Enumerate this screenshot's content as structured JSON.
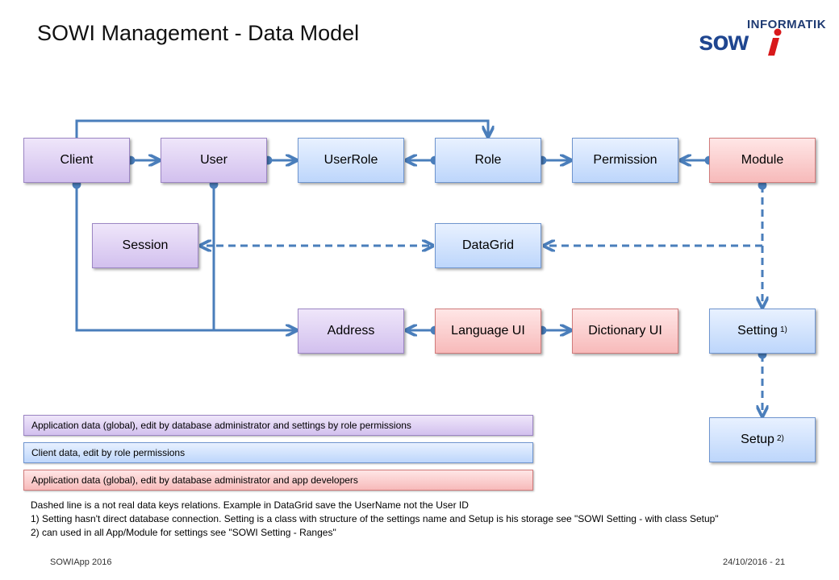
{
  "slide": {
    "title": "SOWI Management - Data Model",
    "footer_left": "SOWIApp 2016",
    "footer_right": "24/10/2016 - 21"
  },
  "logo": {
    "informatik": "INFORMATIK",
    "sowi": "sow"
  },
  "boxes": {
    "client": "Client",
    "user": "User",
    "userrole": "UserRole",
    "role": "Role",
    "permission": "Permission",
    "module": "Module",
    "session": "Session",
    "datagrid": "DataGrid",
    "address": "Address",
    "language_ui": "Language UI",
    "dictionary_ui": "Dictionary UI",
    "setting": "Setting",
    "setting_sup": "1)",
    "setup": "Setup",
    "setup_sup": "2)"
  },
  "legend": {
    "purple": "Application data (global), edit by database administrator and settings by role permissions",
    "blue": "Client data, edit by role permissions",
    "red": "Application data (global), edit by database administrator and app developers"
  },
  "notes": {
    "line1": "Dashed line is a not real data keys relations. Example in DataGrid save the UserName not the User ID",
    "line2": "1)  Setting hasn't direct database connection. Setting is a class with structure of the settings name and Setup is his storage see \"SOWI Setting - with class Setup\"",
    "line3": "2)  can used in all App/Module for settings see \"SOWI Setting - Ranges\""
  },
  "colors": {
    "purple": "#d2c0ee",
    "blue": "#bdd6fb",
    "red": "#f7baba",
    "connector": "#4a7ebb"
  }
}
